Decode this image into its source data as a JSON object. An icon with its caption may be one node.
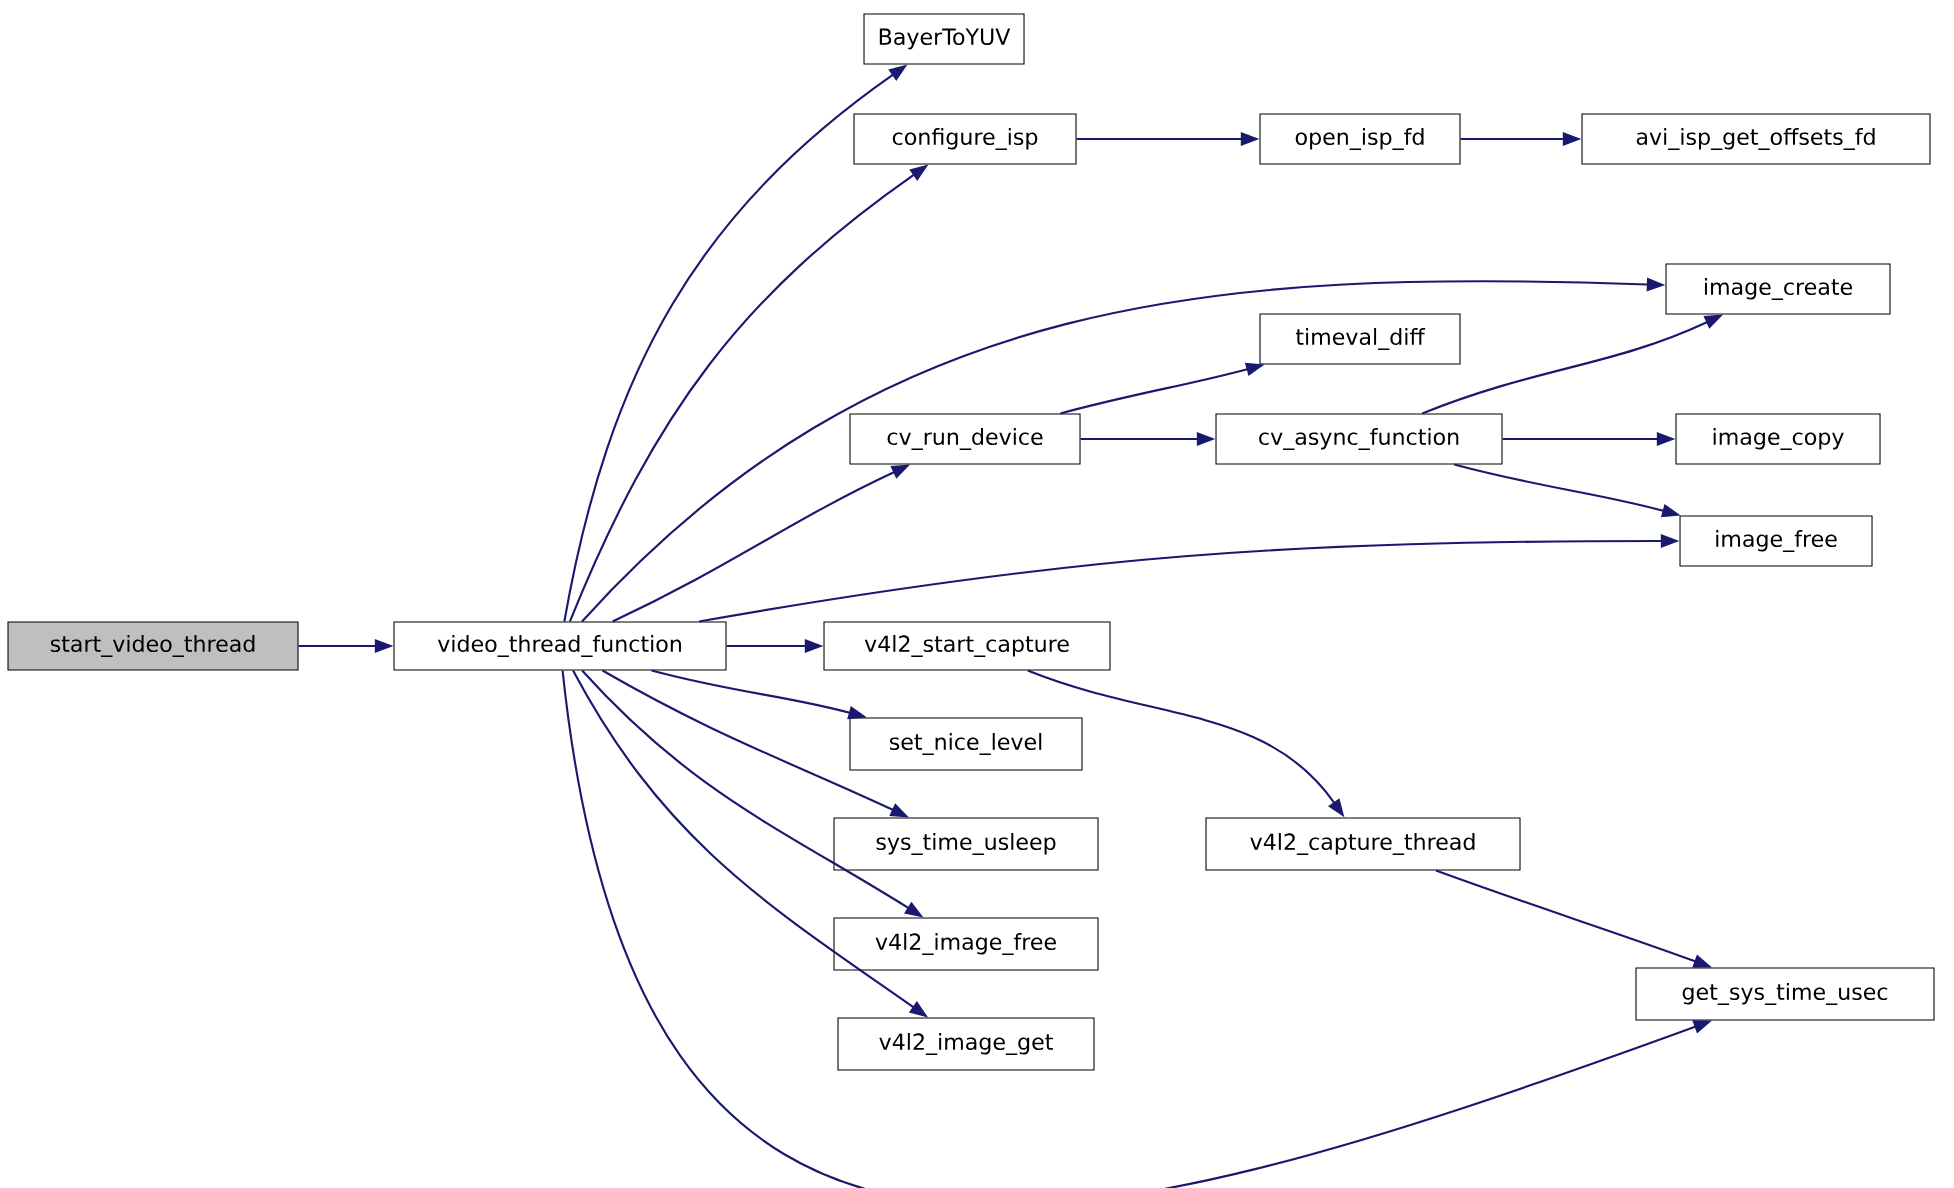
{
  "diagram": {
    "nodes": [
      {
        "text": [
          "start_video_thread"
        ]
      },
      {
        "text": [
          "video_thread_function"
        ]
      },
      {
        "text": [
          "BayerToYUV"
        ]
      },
      {
        "text": [
          "configure_isp"
        ]
      },
      {
        "text": [
          "open_isp_fd"
        ]
      },
      {
        "text": [
          "avi_isp_get_offsets_fd"
        ]
      },
      {
        "text": [
          "image_create"
        ]
      },
      {
        "text": [
          "timeval_diff"
        ]
      },
      {
        "text": [
          "cv_run_device"
        ]
      },
      {
        "text": [
          "cv_async_function"
        ]
      },
      {
        "text": [
          "image_copy"
        ]
      },
      {
        "text": [
          "image_free"
        ]
      },
      {
        "text": [
          "v4l2_start_capture"
        ]
      },
      {
        "text": [
          "set_nice_level"
        ]
      },
      {
        "text": [
          "v4l2_capture_thread"
        ]
      },
      {
        "text": [
          "sys_time_usleep"
        ]
      },
      {
        "text": [
          "v4l2_image_free"
        ]
      },
      {
        "text": [
          "get_sys_time_usec"
        ]
      },
      {
        "text": [
          "v4l2_image_get"
        ]
      }
    ],
    "edges": [
      {
        "from": 0,
        "to": 1,
        "arrow": "to"
      },
      {
        "from": 1,
        "to": 2,
        "arrow": "to"
      },
      {
        "from": 1,
        "to": 3,
        "arrow": "to"
      },
      {
        "from": 1,
        "to": 6,
        "arrow": "to"
      },
      {
        "from": 1,
        "to": 8,
        "arrow": "to"
      },
      {
        "from": 1,
        "to": 11,
        "arrow": "to"
      },
      {
        "from": 1,
        "to": 12,
        "arrow": "to"
      },
      {
        "from": 1,
        "to": 13,
        "arrow": "to"
      },
      {
        "from": 1,
        "to": 15,
        "arrow": "to"
      },
      {
        "from": 1,
        "to": 16,
        "arrow": "to"
      },
      {
        "from": 1,
        "to": 18,
        "arrow": "to"
      },
      {
        "from": 1,
        "to": 17,
        "arrow": "to"
      },
      {
        "from": 3,
        "to": 4,
        "arrow": "to"
      },
      {
        "from": 4,
        "to": 5,
        "arrow": "to"
      },
      {
        "from": 8,
        "to": 7,
        "arrow": "to"
      },
      {
        "from": 8,
        "to": 9,
        "arrow": "to"
      },
      {
        "from": 9,
        "to": 6,
        "arrow": "to"
      },
      {
        "from": 9,
        "to": 10,
        "arrow": "to"
      },
      {
        "from": 9,
        "to": 11,
        "arrow": "to"
      },
      {
        "from": 12,
        "to": 14,
        "arrow": "to"
      },
      {
        "from": 14,
        "to": 17,
        "arrow": "to"
      }
    ]
  }
}
